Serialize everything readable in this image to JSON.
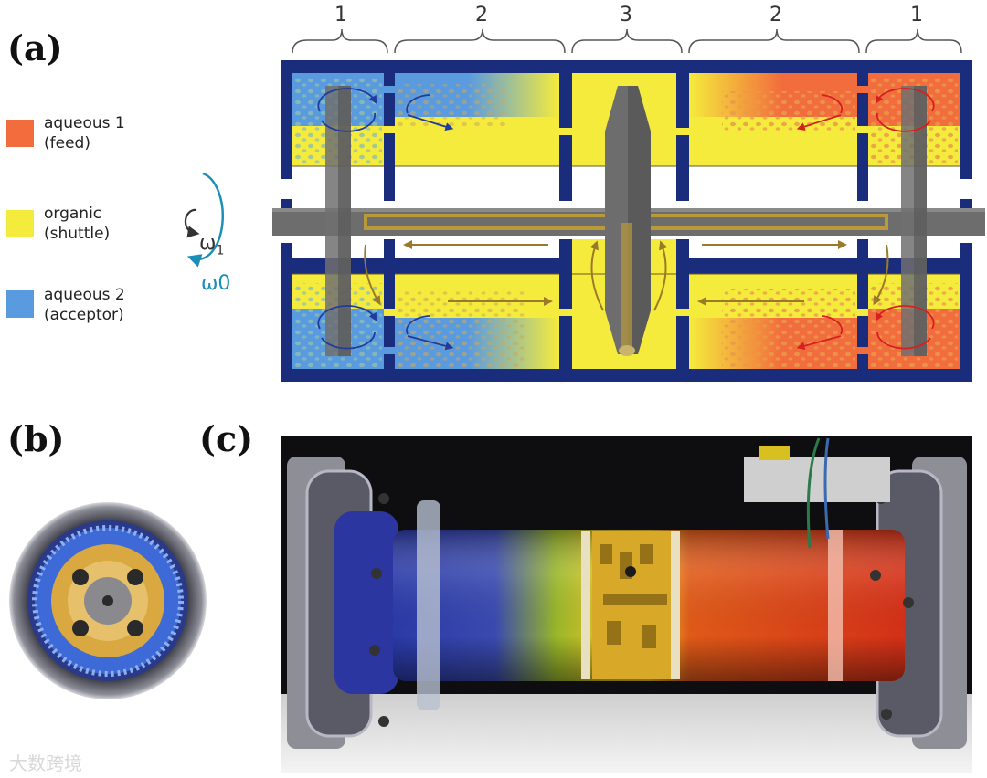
{
  "panels": {
    "a": "(a)",
    "b": "(b)",
    "c": "(c)"
  },
  "zones": [
    "1",
    "2",
    "3",
    "2",
    "1"
  ],
  "legend": [
    {
      "line1": "aqueous 1",
      "line2": "(feed)",
      "color": "#f26d3d"
    },
    {
      "line1": "organic",
      "line2": "(shuttle)",
      "color": "#f5eb3c"
    },
    {
      "line1": "aqueous 2",
      "line2": "(acceptor)",
      "color": "#5a9be0"
    }
  ],
  "rotation": {
    "inner": "ω",
    "inner_sub": "1",
    "outer": "ω0"
  },
  "colors": {
    "frame": "#1a2d7c",
    "feed": "#f26d3d",
    "organic": "#f5eb3c",
    "acceptor": "#5a9be0",
    "shaft": "#6d6d6d",
    "channel": "#b89a3a",
    "outer_arrow": "#1b8fb5"
  },
  "watermark": "大数跨境"
}
